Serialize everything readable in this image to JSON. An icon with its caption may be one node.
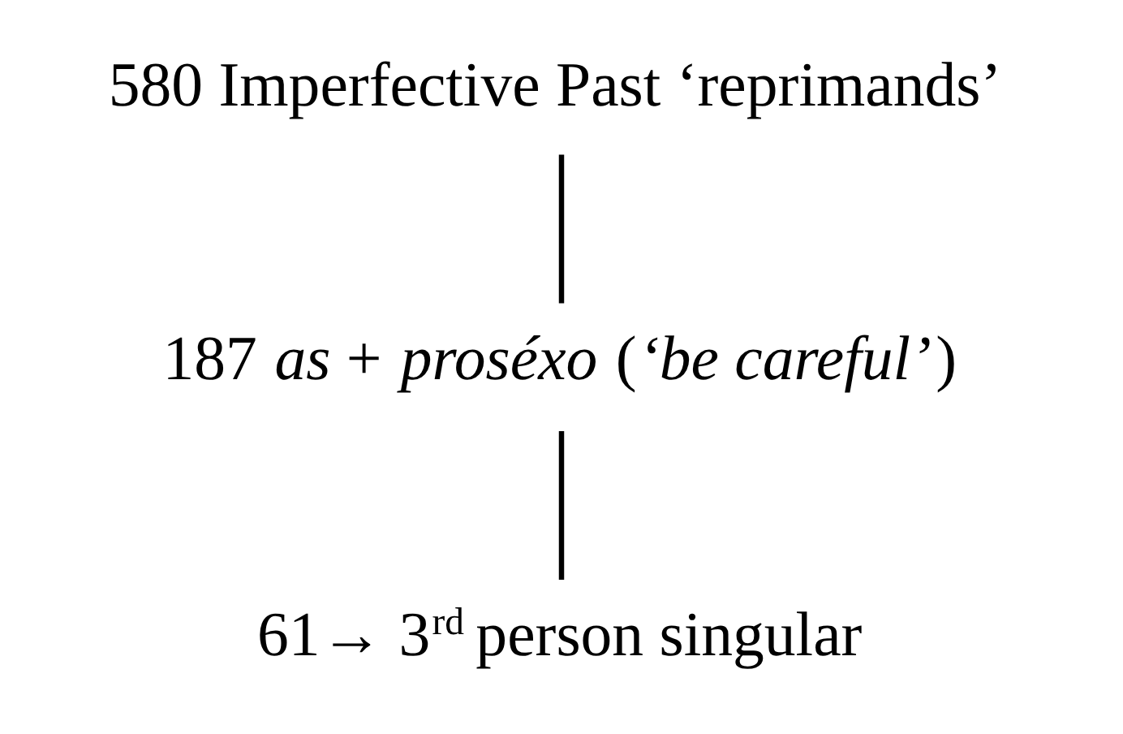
{
  "diagram": {
    "nodes": [
      {
        "text": [
          "580 Imperfective Past ‘reprimands’"
        ]
      },
      {
        "text": [
          "187 *as* + *proséxo* (*‘be careful’*)"
        ]
      },
      {
        "text": [
          "61→ 3$^{rd}$ person singular"
        ]
      }
    ],
    "edges": [
      {
        "from": 0,
        "to": 1,
        "arrow": "none"
      },
      {
        "from": 1,
        "to": 2,
        "arrow": "none"
      }
    ]
  }
}
